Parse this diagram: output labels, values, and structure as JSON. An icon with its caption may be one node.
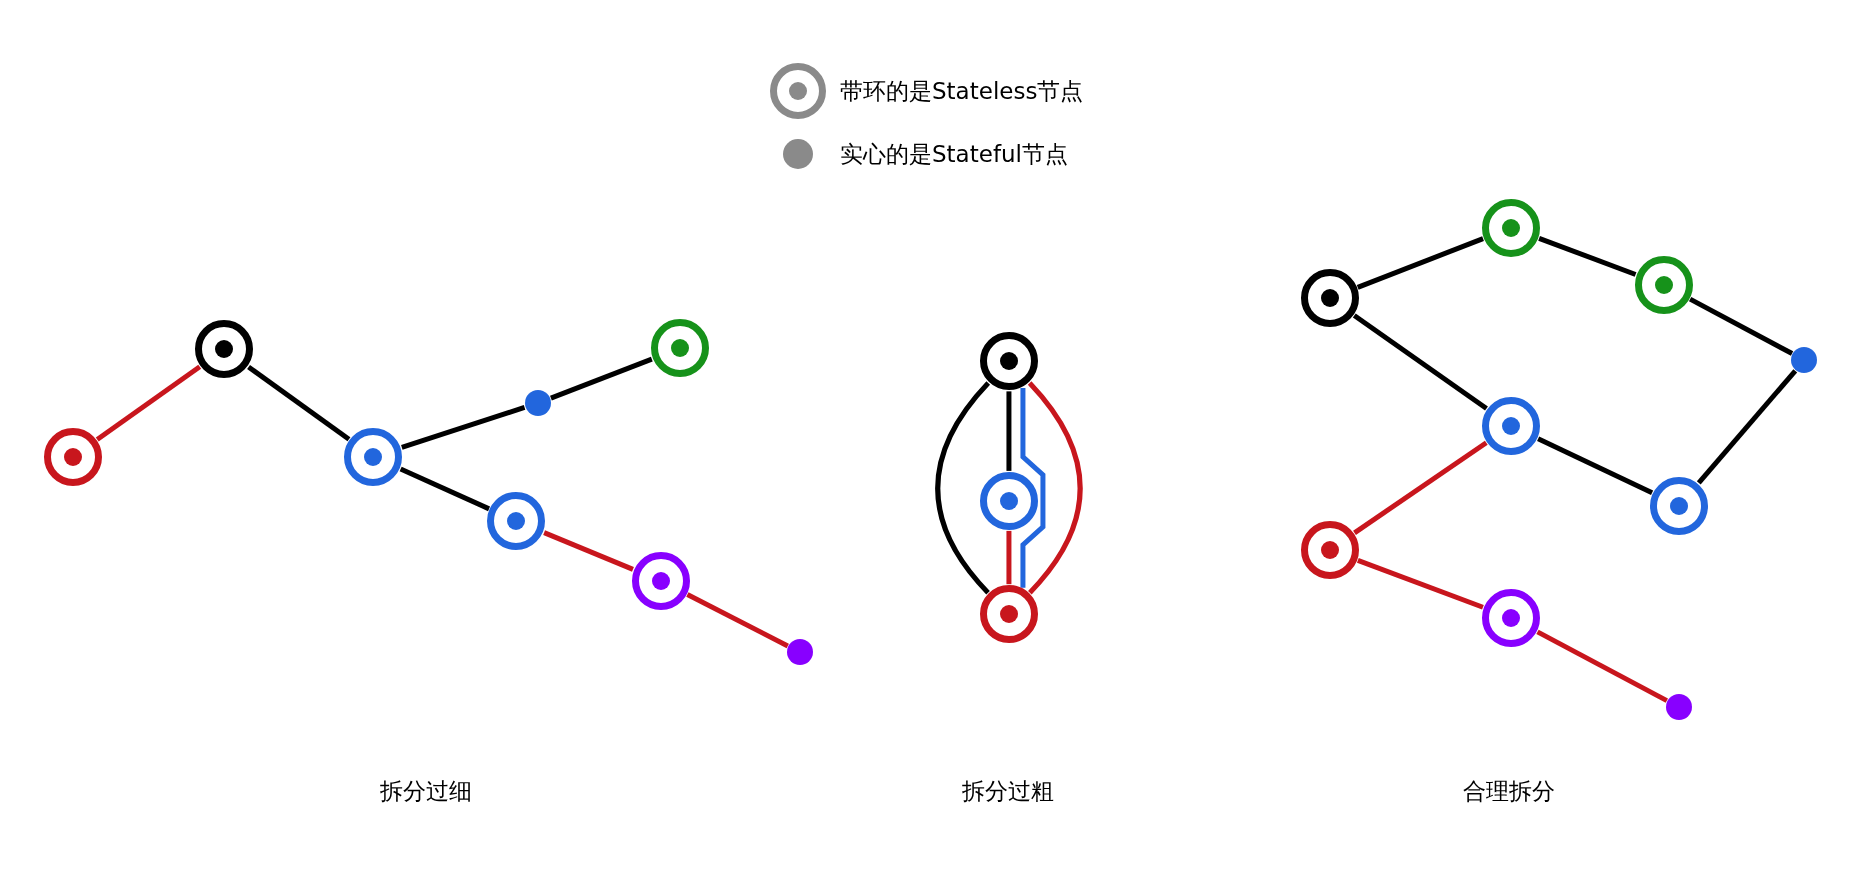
{
  "diagram": {
    "nodes": [
      {
        "text": [],
        "shape": "ring"
      },
      {
        "text": [],
        "shape": "ring"
      },
      {
        "text": [],
        "shape": "ring"
      },
      {
        "text": [],
        "shape": "circle"
      },
      {
        "text": [],
        "shape": "ring"
      },
      {
        "text": [],
        "shape": "ring"
      },
      {
        "text": [],
        "shape": "ring"
      },
      {
        "text": [],
        "shape": "circle"
      },
      {
        "text": [],
        "shape": "ring"
      },
      {
        "text": [],
        "shape": "ring"
      },
      {
        "text": [],
        "shape": "ring"
      },
      {
        "text": [],
        "shape": "ring"
      },
      {
        "text": [],
        "shape": "ring"
      },
      {
        "text": [],
        "shape": "ring"
      },
      {
        "text": [],
        "shape": "circle"
      },
      {
        "text": [],
        "shape": "ring"
      },
      {
        "text": [],
        "shape": "ring"
      },
      {
        "text": [],
        "shape": "ring"
      },
      {
        "text": [],
        "shape": "ring"
      },
      {
        "text": [],
        "shape": "circle"
      }
    ],
    "edges": [
      {
        "from": 0,
        "to": 1,
        "arrow": "none",
        "color": "#c8161d"
      },
      {
        "from": 1,
        "to": 2,
        "arrow": "none"
      },
      {
        "from": 2,
        "to": 3,
        "arrow": "none"
      },
      {
        "from": 3,
        "to": 4,
        "arrow": "none"
      },
      {
        "from": 2,
        "to": 5,
        "arrow": "none"
      },
      {
        "from": 5,
        "to": 6,
        "arrow": "none",
        "color": "#c8161d"
      },
      {
        "from": 6,
        "to": 7,
        "arrow": "none",
        "color": "#c8161d"
      },
      {
        "from": 8,
        "to": 9,
        "arrow": "none"
      },
      {
        "from": 8,
        "to": 10,
        "arrow": "none",
        "color": "#2266dd"
      },
      {
        "from": 9,
        "to": 10,
        "arrow": "none",
        "color": "#c8161d"
      },
      {
        "from": 8,
        "to": 10,
        "arrow": "none"
      },
      {
        "from": 8,
        "to": 10,
        "arrow": "none",
        "color": "#c8161d"
      },
      {
        "from": 11,
        "to": 12,
        "arrow": "none"
      },
      {
        "from": 12,
        "to": 13,
        "arrow": "none"
      },
      {
        "from": 13,
        "to": 14,
        "arrow": "none"
      },
      {
        "from": 14,
        "to": 16,
        "arrow": "none"
      },
      {
        "from": 11,
        "to": 15,
        "arrow": "none"
      },
      {
        "from": 15,
        "to": 16,
        "arrow": "none"
      },
      {
        "from": 15,
        "to": 17,
        "arrow": "none",
        "color": "#c8161d"
      },
      {
        "from": 17,
        "to": 18,
        "arrow": "none",
        "color": "#c8161d"
      },
      {
        "from": 18,
        "to": 19,
        "arrow": "none",
        "color": "#c8161d"
      }
    ],
    "labels": [
      "拆分过细",
      "拆分过粗",
      "合理拆分"
    ],
    "legend": [
      {
        "text": "带环的是Stateless节点"
      },
      {
        "text": "实心的是Stateful节点"
      }
    ]
  }
}
